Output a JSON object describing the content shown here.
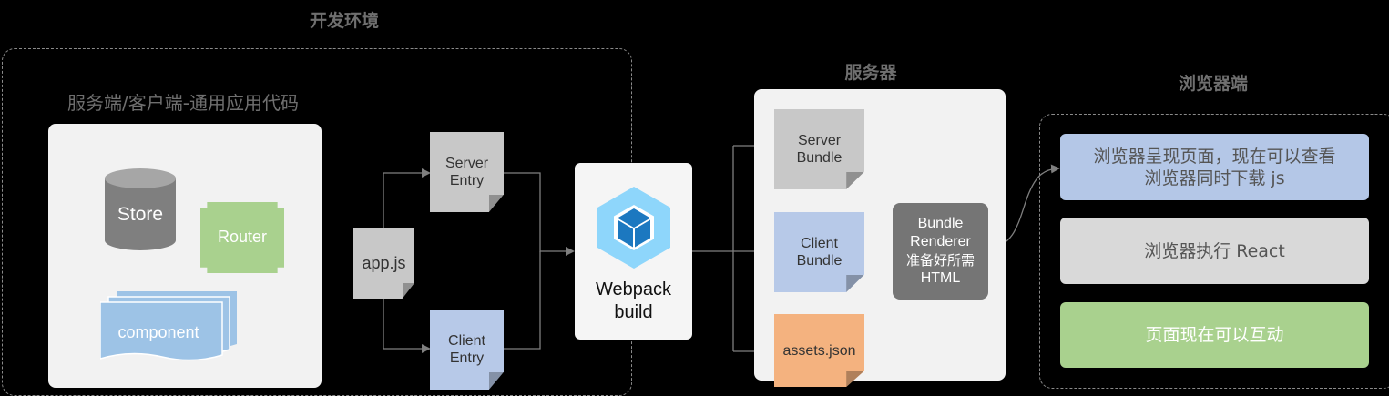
{
  "sections": {
    "dev_env": "开发环境",
    "server": "服务器",
    "browser": "浏览器端"
  },
  "source_code": {
    "label": "服务端/客户端-通用应用代码",
    "store": "Store",
    "router": "Router",
    "component": "component"
  },
  "entries": {
    "app_js": "app.js",
    "server_entry": "Server Entry",
    "client_entry": "Client Entry"
  },
  "webpack": {
    "label_line1": "Webpack",
    "label_line2": "build"
  },
  "server_outputs": {
    "server_bundle": "Server Bundle",
    "client_bundle": "Client Bundle",
    "assets": "assets.json"
  },
  "renderer": {
    "line1": "Bundle",
    "line2": "Renderer",
    "line3": "准备好所需",
    "line4": "HTML"
  },
  "browser_steps": [
    {
      "line1": "浏览器呈现页面，现在可以查看",
      "line2": "浏览器同时下载 js",
      "color": "#b4c7e7"
    },
    {
      "line1": "浏览器执行 React",
      "line2": "",
      "color": "#d9d9d9"
    },
    {
      "line1": "页面现在可以互动",
      "line2": "",
      "color": "#a9d18e"
    }
  ],
  "colors": {
    "webpack_light": "#8ed6fb",
    "webpack_dark": "#1c78c0",
    "router": "#a9d18e",
    "store": "#7f7f7f",
    "component": "#9dc3e6",
    "renderer": "#757575"
  }
}
